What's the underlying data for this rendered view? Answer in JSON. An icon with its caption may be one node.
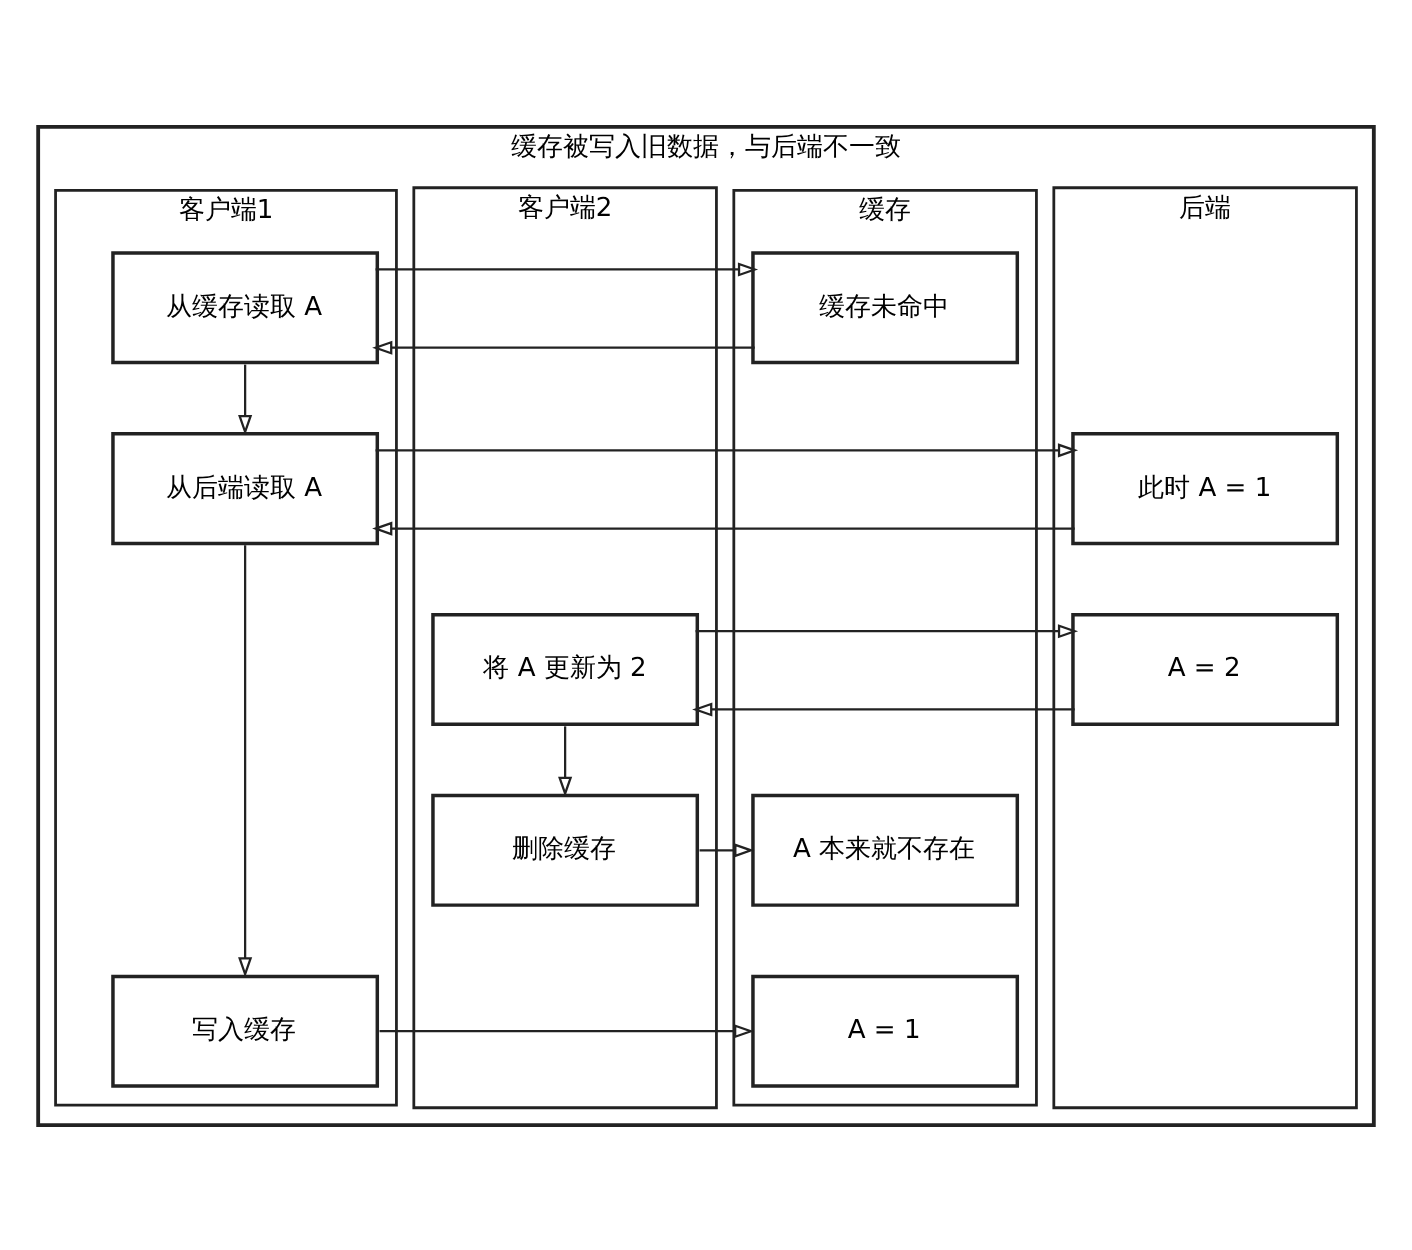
{
  "diagram": {
    "nodes": [
      {
        "text": [
          "缓存被写入旧数据，与后端不一致"
        ]
      },
      {
        "text": [
          "客户端1"
        ],
        "in": 0
      },
      {
        "text": [
          "客户端2"
        ],
        "in": 0
      },
      {
        "text": [
          "缓存"
        ],
        "in": 0
      },
      {
        "text": [
          "后端"
        ],
        "in": 0
      },
      {
        "text": [
          "从缓存读取 A"
        ],
        "in": 1
      },
      {
        "text": [
          "缓存未命中"
        ],
        "in": 3
      },
      {
        "text": [
          "从后端读取 A"
        ],
        "in": 1
      },
      {
        "text": [
          "此时 A = 1"
        ],
        "in": 4
      },
      {
        "text": [
          "将 A 更新为 2"
        ],
        "in": 2
      },
      {
        "text": [
          "A = 2"
        ],
        "in": 4
      },
      {
        "text": [
          "删除缓存"
        ],
        "in": 2
      },
      {
        "text": [
          "A 本来就不存在"
        ],
        "in": 3
      },
      {
        "text": [
          "写入缓存"
        ],
        "in": 1
      },
      {
        "text": [
          "A = 1"
        ],
        "in": 3
      }
    ],
    "edges": [
      {
        "from": 5,
        "to": 6,
        "arrow": "to"
      },
      {
        "from": 6,
        "to": 5,
        "arrow": "to"
      },
      {
        "from": 5,
        "to": 7,
        "arrow": "to"
      },
      {
        "from": 7,
        "to": 8,
        "arrow": "to"
      },
      {
        "from": 8,
        "to": 7,
        "arrow": "to"
      },
      {
        "from": 9,
        "to": 10,
        "arrow": "to"
      },
      {
        "from": 10,
        "to": 9,
        "arrow": "to"
      },
      {
        "from": 9,
        "to": 11,
        "arrow": "to"
      },
      {
        "from": 11,
        "to": 12,
        "arrow": "to"
      },
      {
        "from": 7,
        "to": 13,
        "arrow": "to"
      },
      {
        "from": 13,
        "to": 14,
        "arrow": "to"
      }
    ]
  }
}
